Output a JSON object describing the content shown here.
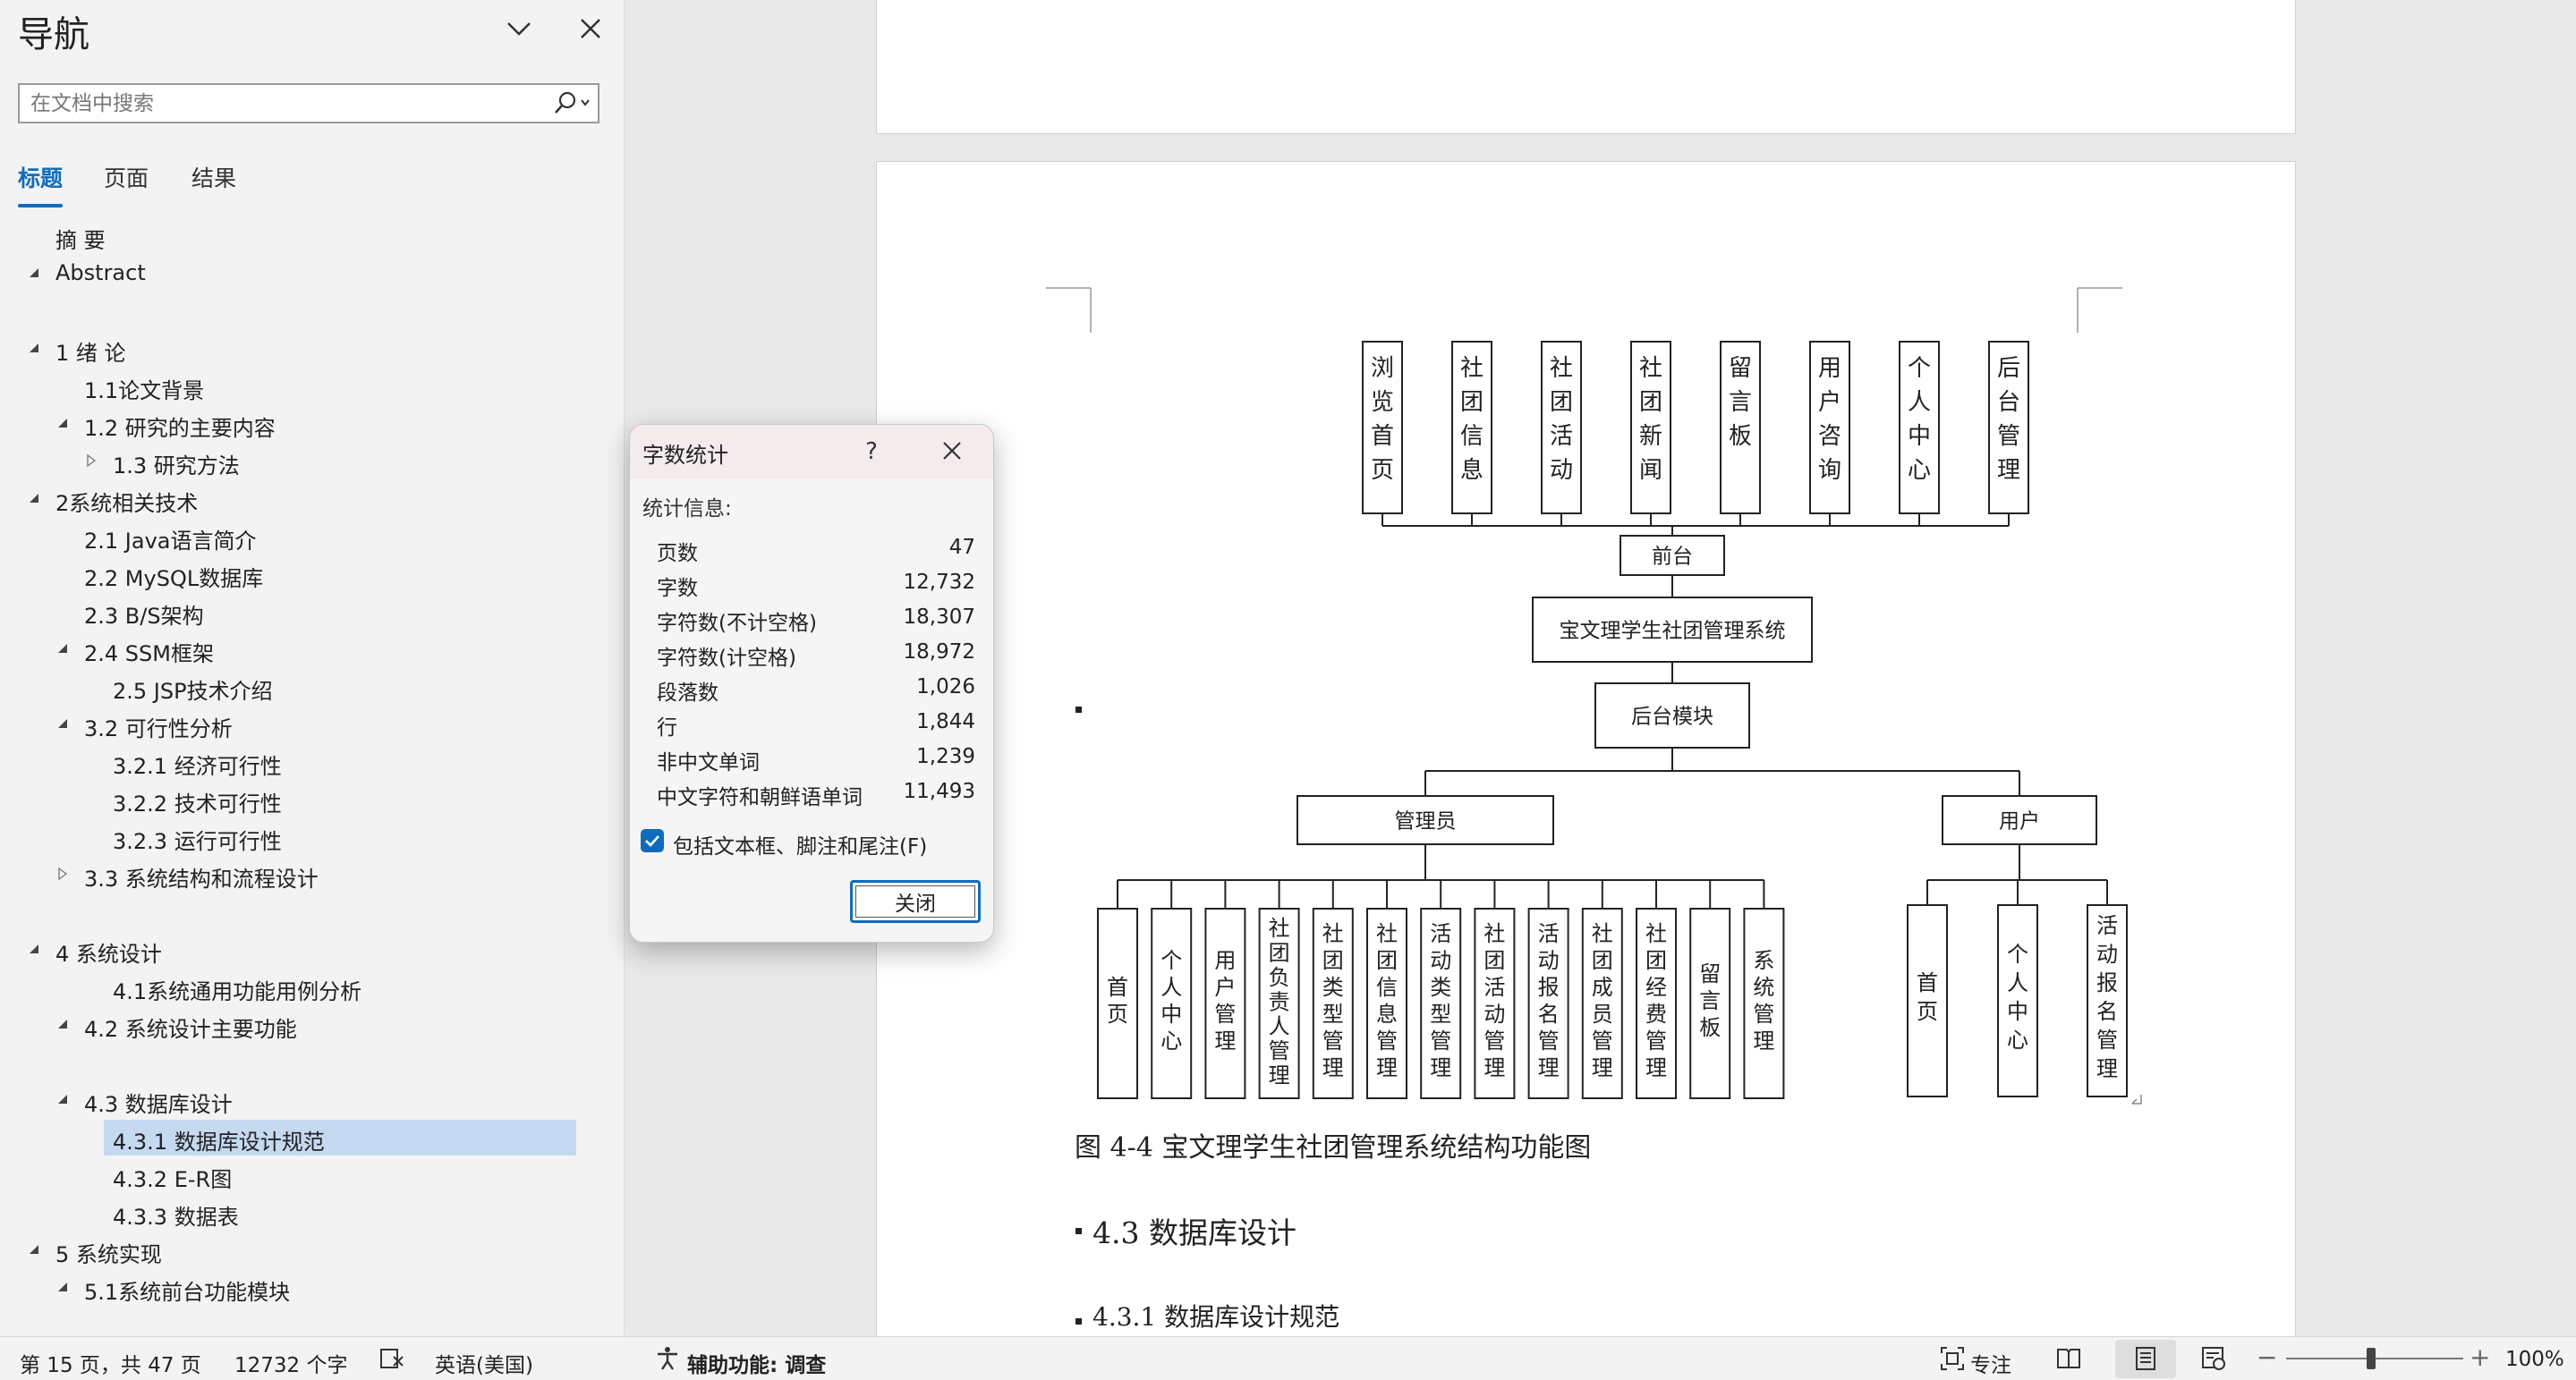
{
  "nav": {
    "title": "导航",
    "search_placeholder": "在文档中搜索",
    "tabs": [
      {
        "label": "标题",
        "active": true
      },
      {
        "label": "页面",
        "active": false
      },
      {
        "label": "结果",
        "active": false
      }
    ],
    "outline": [
      {
        "label": "摘  要",
        "level": 1,
        "toggle": "none"
      },
      {
        "label": "Abstract",
        "level": 1,
        "toggle": "expanded"
      },
      {
        "label": "",
        "level": 1,
        "toggle": "none"
      },
      {
        "label": "1 绪  论",
        "level": 1,
        "toggle": "expanded"
      },
      {
        "label": "1.1论文背景",
        "level": 2,
        "toggle": "none"
      },
      {
        "label": "1.2 研究的主要内容",
        "level": 2,
        "toggle": "expanded"
      },
      {
        "label": "1.3 研究方法",
        "level": 3,
        "toggle": "collapsed"
      },
      {
        "label": "2系统相关技术",
        "level": 1,
        "toggle": "expanded"
      },
      {
        "label": "2.1 Java语言简介",
        "level": 2,
        "toggle": "none"
      },
      {
        "label": "2.2  MySQL数据库",
        "level": 2,
        "toggle": "none"
      },
      {
        "label": "2.3 B/S架构",
        "level": 2,
        "toggle": "none"
      },
      {
        "label": "2.4 SSM框架",
        "level": 2,
        "toggle": "expanded"
      },
      {
        "label": "2.5 JSP技术介绍",
        "level": 3,
        "toggle": "none"
      },
      {
        "label": "3.2 可行性分析",
        "level": 2,
        "toggle": "expanded"
      },
      {
        "label": "3.2.1 经济可行性",
        "level": 3,
        "toggle": "none"
      },
      {
        "label": "3.2.2 技术可行性",
        "level": 3,
        "toggle": "none"
      },
      {
        "label": "3.2.3 运行可行性",
        "level": 3,
        "toggle": "none"
      },
      {
        "label": "3.3 系统结构和流程设计",
        "level": 2,
        "toggle": "collapsed"
      },
      {
        "label": "",
        "level": 1,
        "toggle": "none"
      },
      {
        "label": "4 系统设计",
        "level": 1,
        "toggle": "expanded"
      },
      {
        "label": "4.1系统通用功能用例分析",
        "level": 3,
        "toggle": "none"
      },
      {
        "label": "4.2 系统设计主要功能",
        "level": 2,
        "toggle": "expanded"
      },
      {
        "label": "",
        "level": 1,
        "toggle": "none"
      },
      {
        "label": "4.3 数据库设计",
        "level": 2,
        "toggle": "expanded"
      },
      {
        "label": "4.3.1 数据库设计规范",
        "level": 3,
        "toggle": "none",
        "selected": true
      },
      {
        "label": "4.3.2 E-R图",
        "level": 3,
        "toggle": "none"
      },
      {
        "label": "4.3.3 数据表",
        "level": 3,
        "toggle": "none"
      },
      {
        "label": "5 系统实现",
        "level": 1,
        "toggle": "expanded"
      },
      {
        "label": "5.1系统前台功能模块",
        "level": 2,
        "toggle": "expanded"
      }
    ]
  },
  "dialog": {
    "title": "字数统计",
    "help_label": "?",
    "section_label": "统计信息:",
    "stats": [
      {
        "label": "页数",
        "value": "47"
      },
      {
        "label": "字数",
        "value": "12,732"
      },
      {
        "label": "字符数(不计空格)",
        "value": "18,307"
      },
      {
        "label": "字符数(计空格)",
        "value": "18,972"
      },
      {
        "label": "段落数",
        "value": "1,026"
      },
      {
        "label": "行",
        "value": "1,844"
      },
      {
        "label": "非中文单词",
        "value": "1,239"
      },
      {
        "label": "中文字符和朝鲜语单词",
        "value": "11,493"
      }
    ],
    "checkbox_label": "包括文本框、脚注和尾注(F)",
    "checkbox_checked": true,
    "close_label": "关闭"
  },
  "diagram": {
    "front_items": [
      "浏览首页",
      "社团信息",
      "社团活动",
      "社团新闻",
      "留言板",
      "用户咨询",
      "个人中心",
      "后台管理"
    ],
    "front_label": "前台",
    "system_label": "宝文理学生社团管理系统",
    "backend_label": "后台模块",
    "admin_label": "管理员",
    "user_label": "用户",
    "admin_items": [
      "首页",
      "个人中心",
      "用户管理",
      "社团负责人管理",
      "社团类型管理",
      "社团信息管理",
      "活动类型管理",
      "社团活动管理",
      "活动报名管理",
      "社团成员管理",
      "社团经费管理",
      "留言板",
      "系统管理"
    ],
    "user_items": [
      "首页",
      "个人中心",
      "活动报名管理"
    ]
  },
  "document": {
    "caption": "图 4-4 宝文理学生社团管理系统结构功能图",
    "heading_43": "4.3  数据库设计",
    "heading_431": "4.3.1  数据库设计规范"
  },
  "status": {
    "page_info": "第 15 页，共 47 页",
    "word_count": "12732 个字",
    "language": "英语(美国)",
    "accessibility": "辅助功能: 调查",
    "focus_label": "专注",
    "zoom": "100%"
  },
  "colors": {
    "accent": "#0f6cbd",
    "selection": "#c5d9f1"
  }
}
